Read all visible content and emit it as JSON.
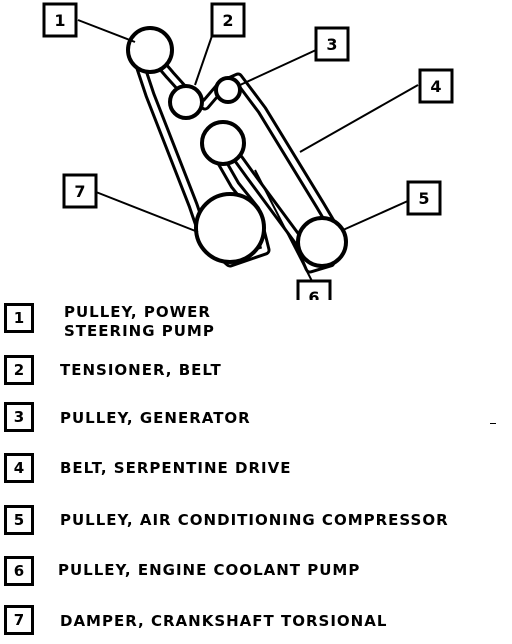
{
  "callouts": [
    {
      "number": "1"
    },
    {
      "number": "2"
    },
    {
      "number": "3"
    },
    {
      "number": "4"
    },
    {
      "number": "5"
    },
    {
      "number": "6"
    },
    {
      "number": "7"
    }
  ],
  "legend": [
    {
      "number": "1",
      "line1": "PULLEY, POWER",
      "line2": "STEERING PUMP"
    },
    {
      "number": "2",
      "line1": "TENSIONER, BELT",
      "line2": ""
    },
    {
      "number": "3",
      "line1": "PULLEY, GENERATOR",
      "line2": ""
    },
    {
      "number": "4",
      "line1": "BELT, SERPENTINE DRIVE",
      "line2": ""
    },
    {
      "number": "5",
      "line1": "PULLEY, AIR CONDITIONING COMPRESSOR",
      "line2": ""
    },
    {
      "number": "6",
      "line1": "PULLEY, ENGINE COOLANT PUMP",
      "line2": ""
    },
    {
      "number": "7",
      "line1": "DAMPER, CRANKSHAFT TORSIONAL",
      "line2": ""
    }
  ]
}
